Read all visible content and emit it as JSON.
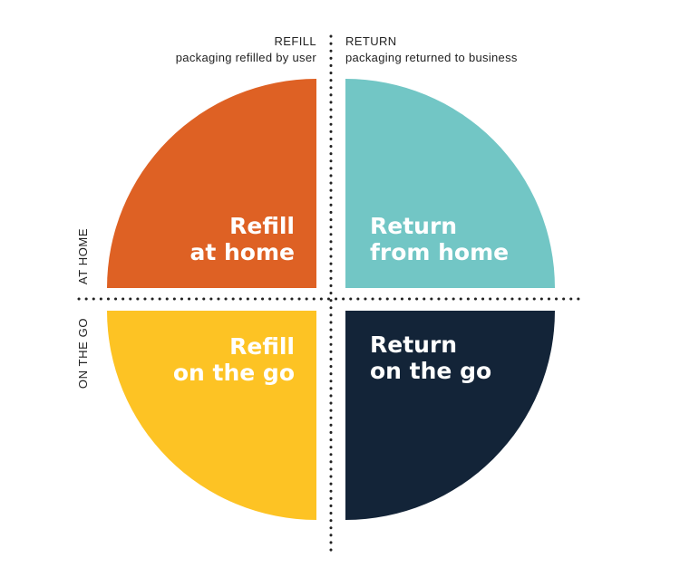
{
  "columns": {
    "left": {
      "heading": "REFILL",
      "subheading": "packaging refilled by user"
    },
    "right": {
      "heading": "RETURN",
      "subheading": "packaging returned to business"
    }
  },
  "rows": {
    "top": "AT HOME",
    "bottom": "ON THE GO"
  },
  "quadrants": {
    "top_left": {
      "line1": "Refill",
      "line2": "at home",
      "color": "#DE6124"
    },
    "top_right": {
      "line1": "Return",
      "line2": "from home",
      "color": "#72C6C5"
    },
    "bottom_left": {
      "line1": "Refill",
      "line2": "on the go",
      "color": "#FDC324"
    },
    "bottom_right": {
      "line1": "Return",
      "line2": "on the go",
      "color": "#132438"
    }
  },
  "colors": {
    "divider": "#222222",
    "text": "#222222",
    "quadrant_text": "#ffffff"
  }
}
